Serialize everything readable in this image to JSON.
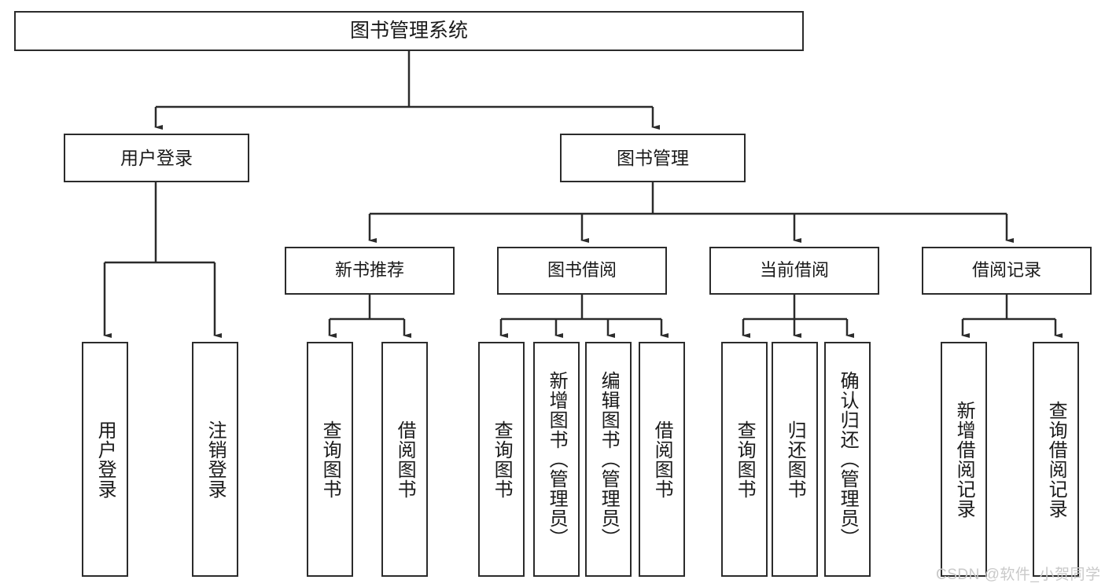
{
  "diagram": {
    "type": "tree",
    "title": "图书管理系统",
    "colors": {
      "stroke": "#2b2b2b",
      "fill": "#ffffff",
      "text": "#1a1a1a",
      "watermark": "#c9c9c9"
    },
    "root": {
      "label": "图书管理系统"
    },
    "level2": [
      {
        "label": "用户登录"
      },
      {
        "label": "图书管理"
      }
    ],
    "level3": [
      {
        "label": "新书推荐"
      },
      {
        "label": "图书借阅"
      },
      {
        "label": "当前借阅"
      },
      {
        "label": "借阅记录"
      }
    ],
    "leaves": {
      "user_login": [
        {
          "label": "用户登录"
        },
        {
          "label": "注销登录"
        }
      ],
      "new_book_recommend": [
        {
          "label": "查询图书"
        },
        {
          "label": "借阅图书"
        }
      ],
      "book_borrow": [
        {
          "label": "查询图书"
        },
        {
          "label": "新增图书（管理员）"
        },
        {
          "label": "编辑图书（管理员）"
        },
        {
          "label": "借阅图书"
        }
      ],
      "current_borrow": [
        {
          "label": "查询图书"
        },
        {
          "label": "归还图书"
        },
        {
          "label": "确认归还（管理员）"
        }
      ],
      "borrow_record": [
        {
          "label": "新增借阅记录"
        },
        {
          "label": "查询借阅记录"
        }
      ]
    },
    "watermark": "CSDN @软件_小贺同学"
  }
}
